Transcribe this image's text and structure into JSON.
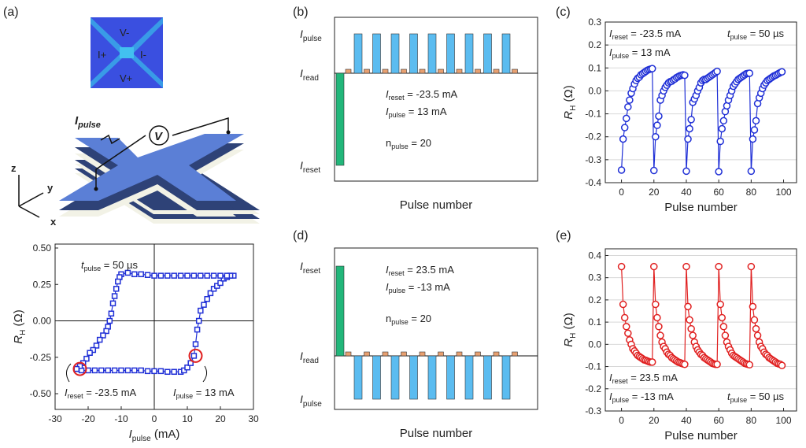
{
  "panel_labels": {
    "a": "(a)",
    "b": "(b)",
    "c": "(c)",
    "d": "(d)",
    "e": "(e)"
  },
  "device": {
    "contacts": [
      "V-",
      "I+",
      "I-",
      "V+"
    ],
    "pulse_label": {
      "sym": "I",
      "sub": "pulse"
    },
    "voltmeter": "V",
    "axes": [
      "z",
      "y",
      "x"
    ],
    "colors": {
      "substrate": "#3a4fe0",
      "bar": "#5b7fd6",
      "layer_dark": "#2e4277",
      "layer_light": "#f2f2e6"
    }
  },
  "annotations": {
    "a_tpulse": {
      "sym": "t",
      "sub": "pulse",
      "val": " = 50 µs"
    },
    "a_ireset": {
      "sym": "I",
      "sub": "reset",
      "val": " = -23.5 mA"
    },
    "a_ipulse": {
      "sym": "I",
      "sub": "pulse",
      "val": " = 13 mA"
    },
    "b_ireset": {
      "sym": "I",
      "sub": "reset",
      "val": " = -23.5 mA"
    },
    "b_ipulse": {
      "sym": "I",
      "sub": "pulse",
      "val": " = 13 mA"
    },
    "b_npulse": {
      "sym": "n",
      "sub": "pulse",
      "val": " = 20"
    },
    "c_ireset": {
      "sym": "I",
      "sub": "reset",
      "val": " = -23.5 mA"
    },
    "c_ipulse": {
      "sym": "I",
      "sub": "pulse",
      "val": " = 13 mA"
    },
    "c_tpulse": {
      "sym": "t",
      "sub": "pulse",
      "val": " = 50 µs"
    },
    "d_ireset": {
      "sym": "I",
      "sub": "reset",
      "val": " = 23.5 mA"
    },
    "d_ipulse": {
      "sym": "I",
      "sub": "pulse",
      "val": " = -13 mA"
    },
    "d_npulse": {
      "sym": "n",
      "sub": "pulse",
      "val": " = 20"
    },
    "e_ireset": {
      "sym": "I",
      "sub": "reset",
      "val": " = 23.5 mA"
    },
    "e_ipulse": {
      "sym": "I",
      "sub": "pulse",
      "val": " = -13 mA"
    },
    "e_tpulse": {
      "sym": "t",
      "sub": "pulse",
      "val": " = 50 µs"
    }
  },
  "schematic": {
    "b": {
      "levels": [
        {
          "sym": "I",
          "sub": "pulse"
        },
        {
          "sym": "I",
          "sub": "read"
        },
        {
          "sym": "I",
          "sub": "reset"
        }
      ],
      "xlabel": "Pulse number",
      "pulse_count": 9,
      "read_count": 10
    },
    "d": {
      "levels": [
        {
          "sym": "I",
          "sub": "reset"
        },
        {
          "sym": "I",
          "sub": "read"
        },
        {
          "sym": "I",
          "sub": "pulse"
        }
      ],
      "xlabel": "Pulse number",
      "pulse_count": 9,
      "read_count": 10
    },
    "colors": {
      "pulse": "#5bbcf0",
      "read": "#e8a070",
      "reset": "#22b67a"
    }
  },
  "chart_data": [
    {
      "id": "a",
      "type": "scatter",
      "xlabel": {
        "sym": "I",
        "sub": "pulse",
        "unit": " (mA)"
      },
      "ylabel": {
        "sym": "R",
        "sub": "H",
        "unit": " (Ω)"
      },
      "xlim": [
        -30,
        30
      ],
      "ylim": [
        -0.608,
        0.527
      ],
      "xticks": [
        -30,
        -20,
        -10,
        0,
        10,
        20,
        30
      ],
      "yticks": [
        -0.5,
        -0.25,
        0,
        0.25,
        0.5
      ],
      "ytick_labels": [
        "-0.50",
        "-0.25",
        "0.00",
        "0.25",
        "0.50"
      ],
      "color": "#1f2fd6",
      "x": [
        -23.5,
        -22,
        -20,
        -18,
        -16,
        -14,
        -12,
        -10,
        -8,
        -6,
        -4,
        -2,
        0,
        2,
        4,
        6,
        8,
        9,
        10,
        11,
        12,
        12.5,
        13,
        13.5,
        14,
        15,
        16,
        17,
        18,
        19,
        20,
        21,
        22,
        23,
        24,
        23,
        22,
        20,
        18,
        16,
        14,
        12,
        10,
        8,
        6,
        4,
        2,
        0,
        -2,
        -4,
        -6,
        -8,
        -10,
        -10.5,
        -11,
        -11.5,
        -12,
        -12.5,
        -13,
        -13.5,
        -14,
        -14.5,
        -15.5,
        -16.5,
        -17.5,
        -18.5,
        -19.5,
        -20.5,
        -21.5,
        -22.5,
        -23.5
      ],
      "y": [
        -0.33,
        -0.34,
        -0.34,
        -0.34,
        -0.34,
        -0.34,
        -0.34,
        -0.34,
        -0.34,
        -0.34,
        -0.34,
        -0.345,
        -0.345,
        -0.345,
        -0.35,
        -0.35,
        -0.35,
        -0.34,
        -0.32,
        -0.29,
        -0.24,
        -0.16,
        -0.06,
        0.0,
        0.07,
        0.11,
        0.15,
        0.19,
        0.22,
        0.24,
        0.26,
        0.29,
        0.3,
        0.31,
        0.31,
        0.31,
        0.31,
        0.31,
        0.31,
        0.31,
        0.31,
        0.31,
        0.31,
        0.31,
        0.31,
        0.31,
        0.31,
        0.31,
        0.315,
        0.32,
        0.32,
        0.33,
        0.32,
        0.3,
        0.27,
        0.22,
        0.17,
        0.12,
        0.05,
        0.0,
        -0.04,
        -0.07,
        -0.1,
        -0.13,
        -0.17,
        -0.2,
        -0.22,
        -0.26,
        -0.29,
        -0.31,
        -0.33
      ]
    },
    {
      "id": "c",
      "type": "line",
      "xlabel": "Pulse number",
      "ylabel": {
        "sym": "R",
        "sub": "H",
        "unit": " (Ω)"
      },
      "xlim": [
        -10,
        108
      ],
      "ylim": [
        -0.4,
        0.3
      ],
      "xticks": [
        0,
        20,
        40,
        60,
        80,
        100
      ],
      "yticks": [
        -0.4,
        -0.3,
        -0.2,
        -0.1,
        0.0,
        0.1,
        0.2,
        0.3
      ],
      "ytick_labels": [
        "-0.4",
        "-0.3",
        "-0.2",
        "-0.1",
        "0.0",
        "0.1",
        "0.2",
        "0.3"
      ],
      "grid": true,
      "color": "#1f2fd6",
      "cycles": [
        [
          -0.345,
          -0.21,
          -0.16,
          -0.12,
          -0.07,
          -0.04,
          -0.01,
          0.01,
          0.03,
          0.045,
          0.055,
          0.06,
          0.07,
          0.075,
          0.08,
          0.085,
          0.09,
          0.093,
          0.095,
          0.097
        ],
        [
          -0.347,
          -0.2,
          -0.15,
          -0.11,
          -0.04,
          -0.02,
          0.0,
          0.015,
          0.025,
          0.035,
          0.04,
          0.042,
          0.048,
          0.052,
          0.058,
          0.062,
          0.066,
          0.068,
          0.07,
          0.068
        ],
        [
          -0.35,
          -0.21,
          -0.165,
          -0.125,
          -0.05,
          -0.035,
          -0.02,
          0.0,
          0.015,
          0.035,
          0.045,
          0.05,
          0.05,
          0.055,
          0.06,
          0.065,
          0.07,
          0.075,
          0.08,
          0.085
        ],
        [
          -0.352,
          -0.22,
          -0.165,
          -0.13,
          -0.09,
          -0.065,
          -0.04,
          -0.02,
          0.0,
          0.02,
          0.03,
          0.04,
          0.05,
          0.055,
          0.06,
          0.065,
          0.07,
          0.075,
          0.076,
          0.077
        ],
        [
          -0.35,
          -0.21,
          -0.17,
          -0.13,
          -0.055,
          -0.03,
          -0.01,
          0.01,
          0.025,
          0.035,
          0.045,
          0.05,
          0.055,
          0.06,
          0.065,
          0.068,
          0.072,
          0.076,
          0.08,
          0.083
        ]
      ]
    },
    {
      "id": "e",
      "type": "line",
      "xlabel": "Pulse number",
      "ylabel": {
        "sym": "R",
        "sub": "H",
        "unit": " (Ω)"
      },
      "xlim": [
        -10,
        108
      ],
      "ylim": [
        -0.3,
        0.43
      ],
      "xticks": [
        0,
        20,
        40,
        60,
        80,
        100
      ],
      "yticks": [
        -0.3,
        -0.2,
        -0.1,
        0.0,
        0.1,
        0.2,
        0.3,
        0.4
      ],
      "ytick_labels": [
        "-0.3",
        "-0.2",
        "-0.1",
        "0.0",
        "0.1",
        "0.2",
        "0.3",
        "0.4"
      ],
      "grid": true,
      "color": "#e02020",
      "cycles": [
        [
          0.35,
          0.18,
          0.12,
          0.08,
          0.05,
          0.02,
          0.0,
          -0.02,
          -0.03,
          -0.04,
          -0.05,
          -0.055,
          -0.06,
          -0.065,
          -0.07,
          -0.072,
          -0.075,
          -0.078,
          -0.08,
          -0.08
        ],
        [
          0.35,
          0.18,
          0.12,
          0.08,
          0.04,
          0.01,
          -0.01,
          -0.02,
          -0.035,
          -0.045,
          -0.05,
          -0.06,
          -0.065,
          -0.07,
          -0.075,
          -0.08,
          -0.082,
          -0.085,
          -0.088,
          -0.09
        ],
        [
          0.35,
          0.17,
          0.11,
          0.07,
          0.04,
          0.01,
          -0.01,
          -0.025,
          -0.035,
          -0.045,
          -0.05,
          -0.06,
          -0.065,
          -0.07,
          -0.075,
          -0.08,
          -0.085,
          -0.088,
          -0.09,
          -0.09
        ],
        [
          0.35,
          0.18,
          0.12,
          0.08,
          0.04,
          0.01,
          -0.01,
          -0.025,
          -0.04,
          -0.05,
          -0.055,
          -0.06,
          -0.065,
          -0.07,
          -0.075,
          -0.08,
          -0.085,
          -0.088,
          -0.09,
          -0.092
        ],
        [
          0.35,
          0.17,
          0.11,
          0.07,
          0.04,
          0.01,
          -0.01,
          -0.02,
          -0.035,
          -0.045,
          -0.05,
          -0.06,
          -0.065,
          -0.07,
          -0.075,
          -0.08,
          -0.085,
          -0.088,
          -0.09,
          -0.095
        ]
      ]
    }
  ]
}
